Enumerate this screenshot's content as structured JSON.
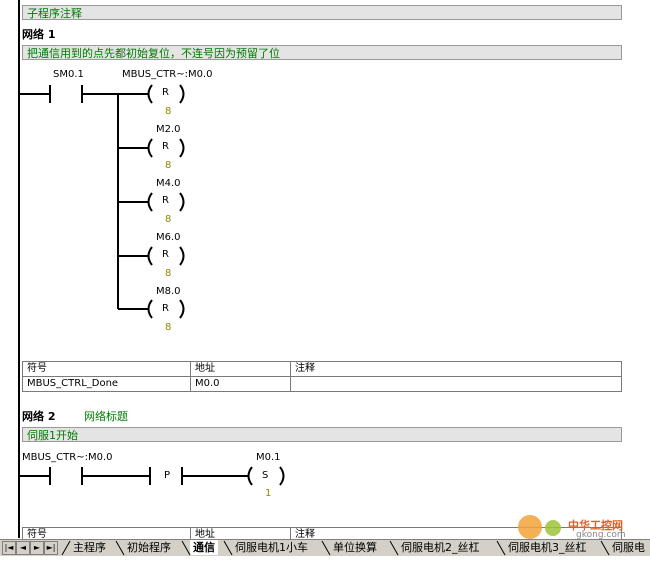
{
  "subroutine_comment": "子程序注释",
  "network1": {
    "title": "网络 1",
    "comment": "把通信用到的点先都初始复位，不连号因为预留了位",
    "contact1": "SM0.1",
    "contact2": "MBUS_CTR~:M0.0",
    "coils": [
      {
        "address": "MBUS_CTR~:M0.0",
        "op": "R",
        "n": "8"
      },
      {
        "address": "M2.0",
        "op": "R",
        "n": "8"
      },
      {
        "address": "M4.0",
        "op": "R",
        "n": "8"
      },
      {
        "address": "M6.0",
        "op": "R",
        "n": "8"
      },
      {
        "address": "M8.0",
        "op": "R",
        "n": "8"
      }
    ],
    "symbol_table": {
      "headers": [
        "符号",
        "地址",
        "注释"
      ],
      "rows": [
        [
          "MBUS_CTRL_Done",
          "M0.0",
          ""
        ]
      ]
    }
  },
  "network2": {
    "title": "网络 2",
    "subtitle": "网络标题",
    "comment": "伺服1开始",
    "contact": "MBUS_CTR~:M0.0",
    "edge": "P",
    "coil": {
      "address": "M0.1",
      "op": "S",
      "n": "1"
    },
    "symbol_table": {
      "headers": [
        "符号",
        "地址",
        "注释"
      ]
    }
  },
  "tabs": [
    "主程序",
    "初始程序",
    "通信",
    "伺服电机1小车",
    "单位换算",
    "伺服电机2_丝杠",
    "伺服电机3_丝杠",
    "伺服电"
  ],
  "active_tab": "通信",
  "nav_buttons": [
    "|◄",
    "◄",
    "►",
    "►|"
  ],
  "watermark": {
    "brand": "中华工控网",
    "url": "gkong.com"
  }
}
